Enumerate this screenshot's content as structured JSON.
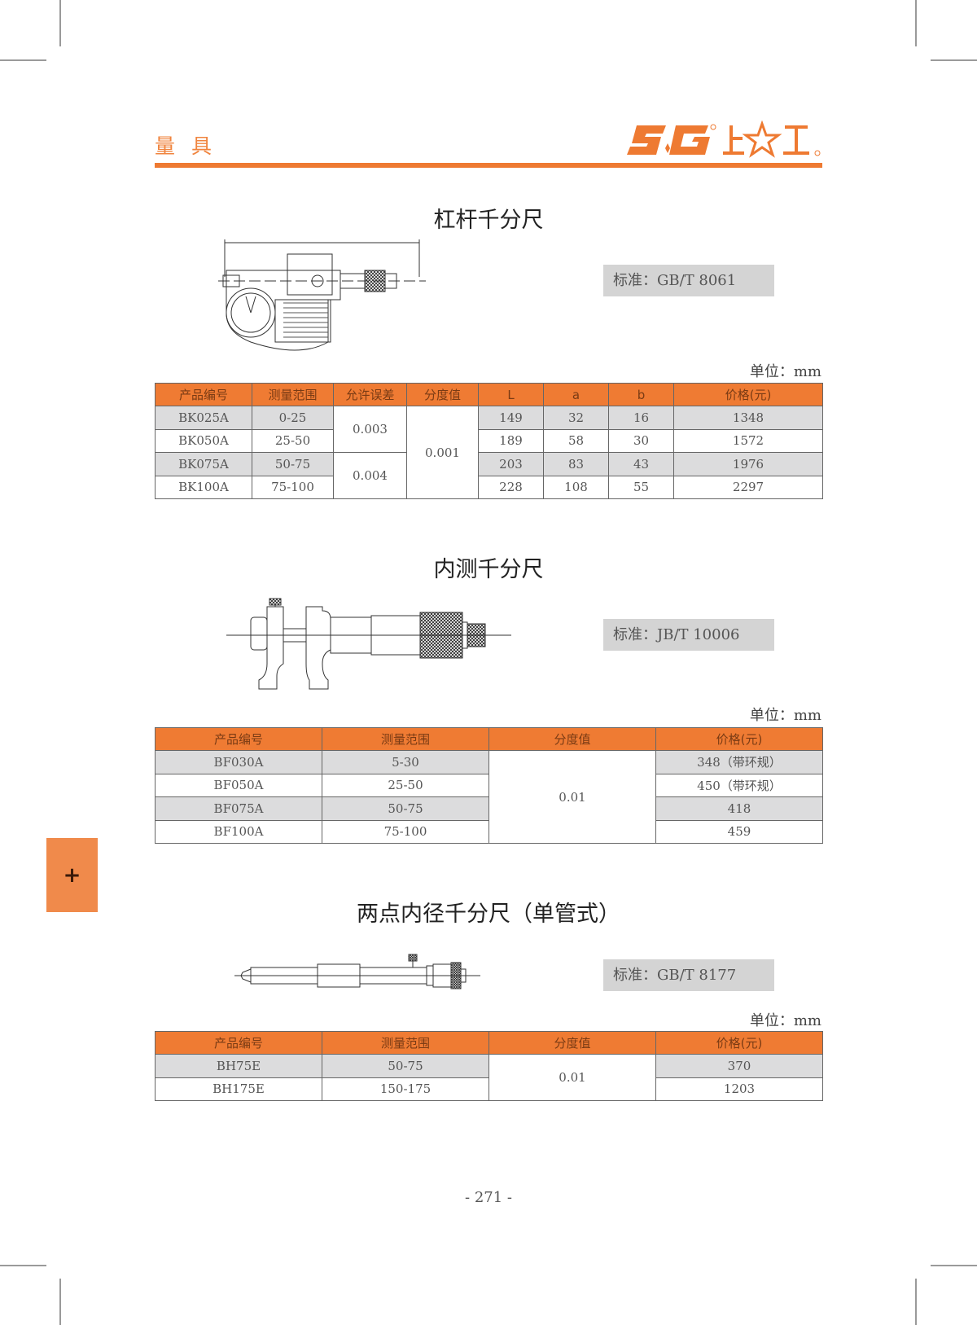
{
  "header": {
    "category": "量具",
    "brand_logo_text": "SG 上☆工",
    "accent_color": "#ee7a32"
  },
  "sections": [
    {
      "title": "杠杆千分尺",
      "standard": "标准：GB/T 8061",
      "unit": "单位：mm",
      "image": "lever-micrometer-drawing",
      "table": {
        "headers": [
          "产品编号",
          "测量范围",
          "允许误差",
          "分度值",
          "L",
          "a",
          "b",
          "价格(元)"
        ],
        "rows": [
          {
            "code": "BK025A",
            "range": "0-25",
            "error": "0.003",
            "division": "0.001",
            "L": "149",
            "a": "32",
            "b": "16",
            "price": "1348"
          },
          {
            "code": "BK050A",
            "range": "25-50",
            "error": "0.003",
            "division": "0.001",
            "L": "189",
            "a": "58",
            "b": "30",
            "price": "1572"
          },
          {
            "code": "BK075A",
            "range": "50-75",
            "error": "0.004",
            "division": "0.001",
            "L": "203",
            "a": "83",
            "b": "43",
            "price": "1976"
          },
          {
            "code": "BK100A",
            "range": "75-100",
            "error": "0.004",
            "division": "0.001",
            "L": "228",
            "a": "108",
            "b": "55",
            "price": "2297"
          }
        ]
      }
    },
    {
      "title": "内测千分尺",
      "standard": "标准：JB/T 10006",
      "unit": "单位：mm",
      "image": "inside-micrometer-drawing",
      "table": {
        "headers": [
          "产品编号",
          "测量范围",
          "分度值",
          "价格(元)"
        ],
        "rows": [
          {
            "code": "BF030A",
            "range": "5-30",
            "division": "0.01",
            "price": "348（带环规）"
          },
          {
            "code": "BF050A",
            "range": "25-50",
            "division": "0.01",
            "price": "450（带环规）"
          },
          {
            "code": "BF075A",
            "range": "50-75",
            "division": "0.01",
            "price": "418"
          },
          {
            "code": "BF100A",
            "range": "75-100",
            "division": "0.01",
            "price": "459"
          }
        ]
      }
    },
    {
      "title": "两点内径千分尺（单管式）",
      "standard": "标准：GB/T 8177",
      "unit": "单位：mm",
      "image": "tubular-inside-micrometer-drawing",
      "table": {
        "headers": [
          "产品编号",
          "测量范围",
          "分度值",
          "价格(元)"
        ],
        "rows": [
          {
            "code": "BH75E",
            "range": "50-75",
            "division": "0.01",
            "price": "370"
          },
          {
            "code": "BH175E",
            "range": "150-175",
            "division": "0.01",
            "price": "1203"
          }
        ]
      }
    }
  ],
  "side_tab": {
    "symbol": "+"
  },
  "footer": {
    "page_number": "- 271 -"
  }
}
